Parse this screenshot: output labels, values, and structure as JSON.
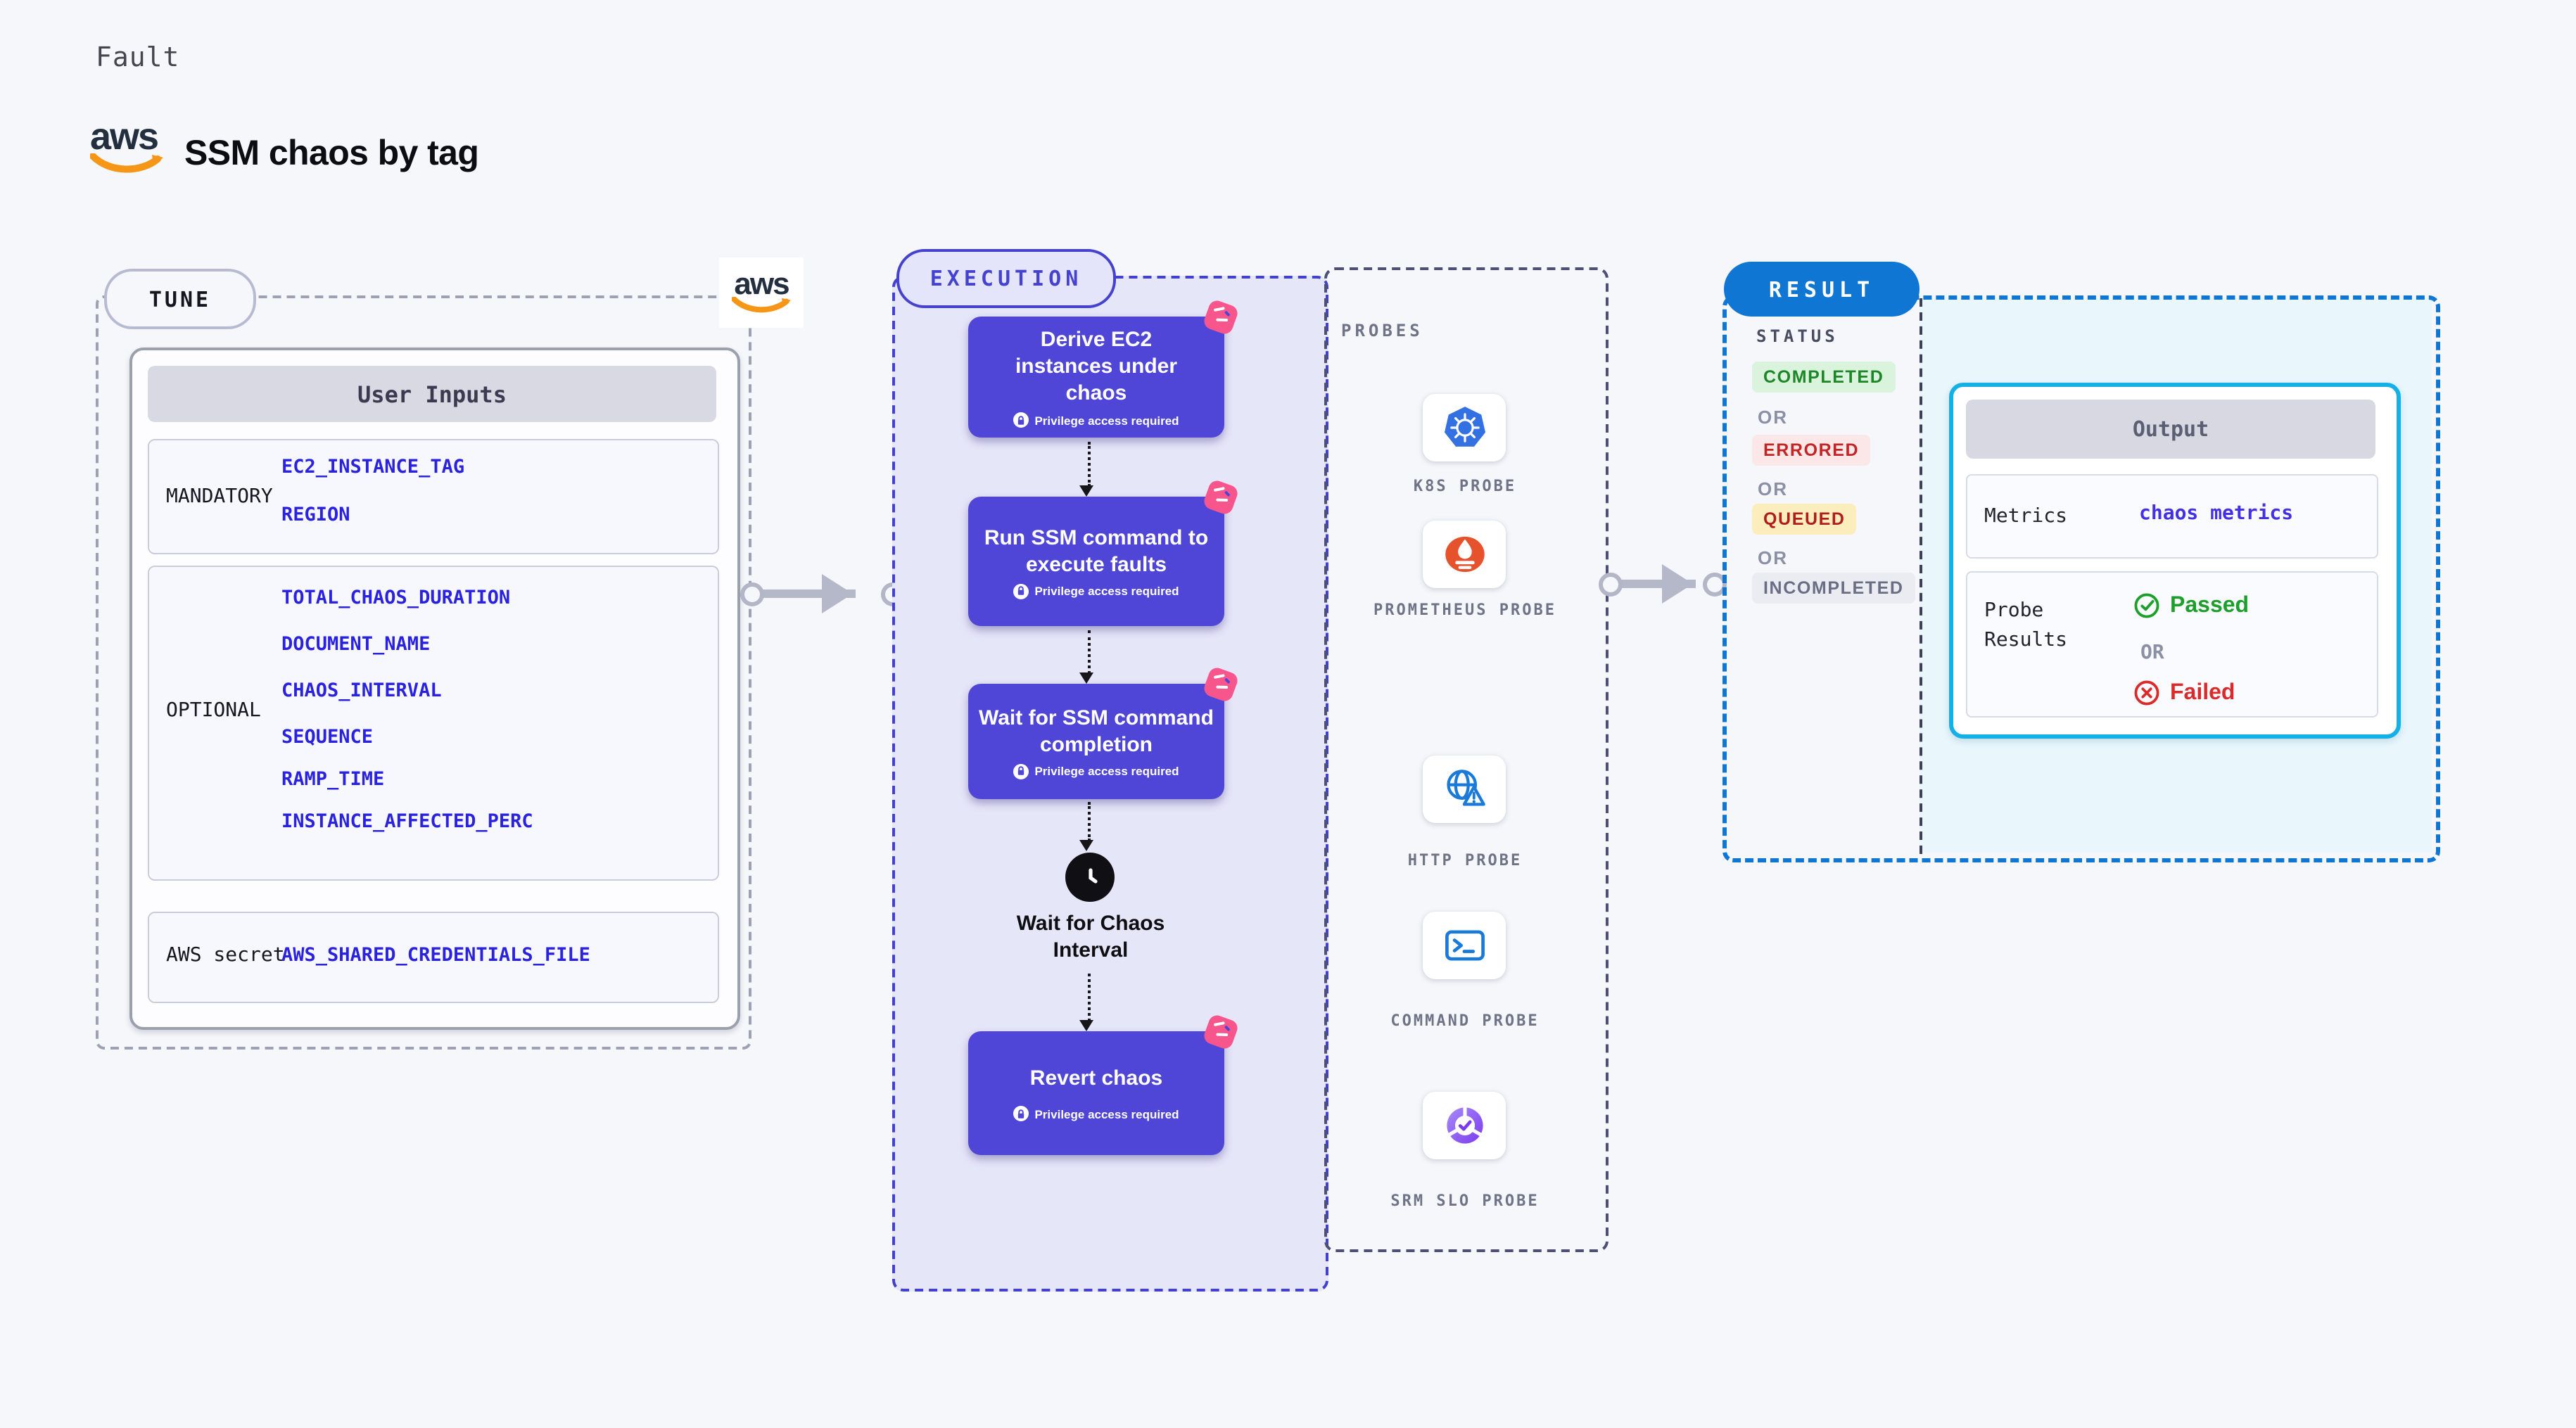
{
  "header": {
    "kicker": "Fault",
    "title": "SSM chaos by tag",
    "aws_logo": "aws"
  },
  "tune": {
    "badge": "TUNE",
    "aws_logo": "aws",
    "table": {
      "title": "User Inputs",
      "rows": [
        {
          "label": "MANDATORY",
          "values": [
            "EC2_INSTANCE_TAG",
            "REGION"
          ]
        },
        {
          "label": "OPTIONAL",
          "values": [
            "TOTAL_CHAOS_DURATION",
            "DOCUMENT_NAME",
            "CHAOS_INTERVAL",
            "SEQUENCE",
            "RAMP_TIME",
            "INSTANCE_AFFECTED_PERC"
          ]
        },
        {
          "label": "AWS secret",
          "values": [
            "AWS_SHARED_CREDENTIALS_FILE"
          ]
        }
      ]
    }
  },
  "execution": {
    "badge": "EXECUTION",
    "privilege": "Privilege access required",
    "steps": [
      {
        "title": "Derive EC2 instances under chaos"
      },
      {
        "title": "Run SSM command to execute faults"
      },
      {
        "title": "Wait for SSM command completion"
      },
      {
        "title": "Revert chaos"
      }
    ],
    "wait_step": "Wait for Chaos Interval"
  },
  "probes": {
    "heading": "PROBES",
    "items": [
      {
        "label": "K8S PROBE"
      },
      {
        "label": "PROMETHEUS PROBE"
      },
      {
        "label": "HTTP PROBE"
      },
      {
        "label": "COMMAND PROBE"
      },
      {
        "label": "SRM SLO PROBE"
      }
    ]
  },
  "result": {
    "badge": "RESULT",
    "status": {
      "heading": "STATUS",
      "completed": "COMPLETED",
      "or": "OR",
      "errored": "ERRORED",
      "queued": "QUEUED",
      "incompleted": "INCOMPLETED"
    },
    "output": {
      "title": "Output",
      "metrics_label": "Metrics",
      "metrics_value": "chaos metrics",
      "probe_label": "Probe Results",
      "passed": "Passed",
      "or": "OR",
      "failed": "Failed"
    }
  },
  "colors": {
    "accent_indigo": "#4f46d8",
    "accent_pink": "#f7568d",
    "result_blue": "#0f76d3",
    "cyan_border": "#15b0e6",
    "completed_green": "#1d8727",
    "errored_red": "#c22525",
    "queued_red": "#b11c1c",
    "value_blue": "#2a22dd"
  }
}
